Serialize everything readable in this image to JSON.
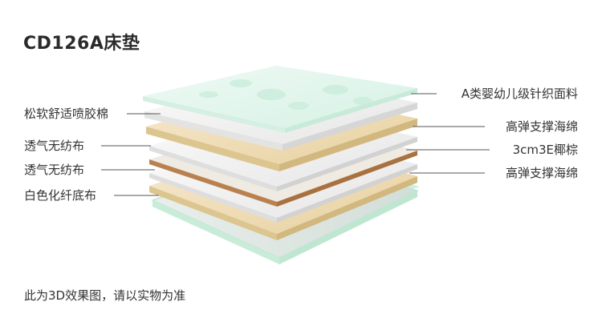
{
  "title": "CD126A床垫",
  "left_labels": [
    "松软舒适喷胶棉",
    "透气无纺布",
    "透气无纺布",
    "白色化纤底布"
  ],
  "right_labels": [
    "A类婴幼儿级针织面料",
    "高弹支撑海绵",
    "3cm3E椰棕",
    "高弹支撑海绵"
  ],
  "note": "此为3D效果图，请以实物为准",
  "colors": {
    "fabric_top": "#e4f6ee",
    "fabric_spot": "#c9ecdb",
    "foam": "#f1dfb6",
    "foam_edge": "#d9c190",
    "fiber": "#f4f4f4",
    "coir": "#b9814f",
    "base": "#dde6e1",
    "base_edge": "#c6ead8"
  }
}
